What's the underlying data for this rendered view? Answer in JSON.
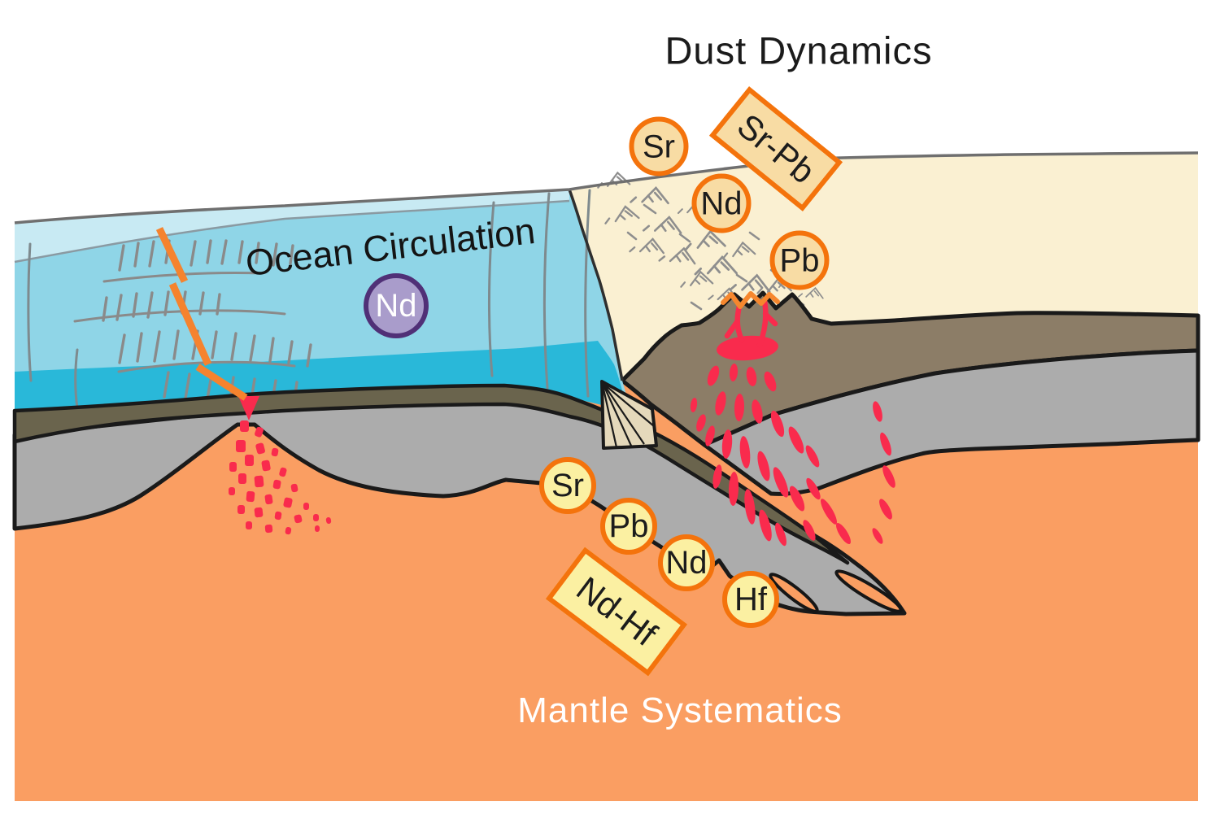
{
  "figure": {
    "themes": {
      "dust": {
        "title": "Dust Dynamics",
        "tracers": [
          "Sr",
          "Nd",
          "Pb"
        ],
        "pair": "Sr-Pb"
      },
      "ocean": {
        "title": "Ocean Circulation",
        "tracer": "Nd"
      },
      "mantle": {
        "title": "Mantle Systematics",
        "tracers": [
          "Sr",
          "Pb",
          "Nd",
          "Hf"
        ],
        "pair": "Nd-Hf"
      }
    },
    "colors": {
      "ocean_shallow": "#8FD5E7",
      "ocean_surface_strip": "#C8EAF3",
      "ocean_deep": "#29B8D9",
      "continent": "#FAF0D2",
      "oceanic_crust": "#6A644D",
      "continental_crust": "#8C7D67",
      "lithosphere": "#ACACAC",
      "mantle": "#FA9E62",
      "magma": "#F92B4D",
      "ridge_dike": "#F5832E",
      "chip_border": "#F4730C",
      "dust_chip_fill": "#F8DCA4",
      "mantle_chip_fill": "#FBF0A2",
      "ocean_chip_fill": "#A99CCB",
      "ocean_chip_border": "#503077"
    }
  }
}
